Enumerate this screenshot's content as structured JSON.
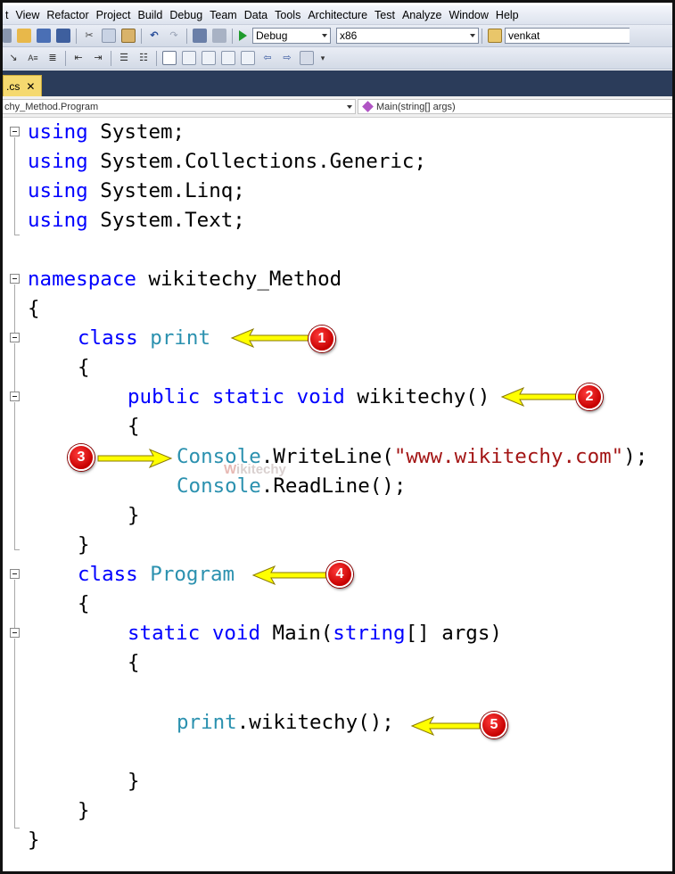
{
  "menu": [
    "t",
    "View",
    "Refactor",
    "Project",
    "Build",
    "Debug",
    "Team",
    "Data",
    "Tools",
    "Architecture",
    "Test",
    "Analyze",
    "Window",
    "Help"
  ],
  "toolbar": {
    "configuration": "Debug",
    "platform": "x86",
    "find_box": "venkat"
  },
  "tab": {
    "label": ".cs",
    "close": "✕"
  },
  "navbar": {
    "type_scope": "chy_Method.Program",
    "member_scope": "Main(string[] args)"
  },
  "code": {
    "l1": [
      "using",
      " System;"
    ],
    "l2": [
      "using",
      " System.Collections.Generic;"
    ],
    "l3": [
      "using",
      " System.Linq;"
    ],
    "l4": [
      "using",
      " System.Text;"
    ],
    "l6": [
      "namespace",
      " wikitechy_Method"
    ],
    "brace_open": "{",
    "brace_close": "}",
    "class_kw": "class",
    "class1_name": "print",
    "public_kw": "public",
    "static_kw": "static",
    "void_kw": "void",
    "method1_name": " wikitechy()",
    "console": "Console",
    "writeline": ".WriteLine(",
    "string_literal": "\"www.wikitechy.com\"",
    "writeline_end": ");",
    "readline": ".ReadLine();",
    "class2_name": "Program",
    "main_sig": " Main(",
    "string_kw": "string",
    "main_args": "[] args)",
    "print_ref": "print",
    "call_rest": ".wikitechy();"
  },
  "watermark": "Wikitechy",
  "annotations": [
    "1",
    "2",
    "3",
    "4",
    "5"
  ],
  "colors": {
    "keyword": "#0000ff",
    "type": "#2b91af",
    "string": "#a31515",
    "arrow": "#ffff00",
    "badge": "#d40000",
    "tabstrip": "#2b3c5a",
    "active_tab": "#f5d96f"
  }
}
